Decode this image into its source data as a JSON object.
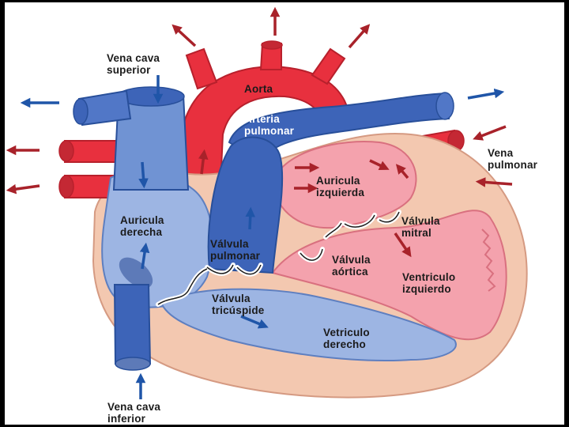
{
  "diagram": {
    "labels": {
      "vena_cava_superior": "Vena cava\nsuperior",
      "aorta": "Aorta",
      "arteria_pulmonar": "Arteria\npulmonar",
      "vena_pulmonar": "Vena\npulmonar",
      "auricula_izquierda": "Auricula\nizquierda",
      "auricula_derecha": "Auricula\nderecha",
      "valvula_mitral": "Válvula\nmitral",
      "valvula_pulmonar": "Válvula\npulmonar",
      "valvula_aortica": "Válvula\naórtica",
      "ventriculo_izquierdo": "Ventriculo\nizquierdo",
      "valvula_tricuspide": "Válvula\ntricúspide",
      "ventriculo_derecho": "Vetriculo\nderecho",
      "vena_cava_inferior": "Vena cava\ninferior"
    },
    "colors": {
      "oxygenated": "#e8303e",
      "deoxygenated": "#3d64b8",
      "flow_arrow_red": "#a8222a",
      "flow_arrow_blue": "#1f55a8",
      "heart_wall": "#f3c8b0",
      "left_chamber": "#f4a2ad",
      "right_chamber": "#9db5e3"
    }
  }
}
